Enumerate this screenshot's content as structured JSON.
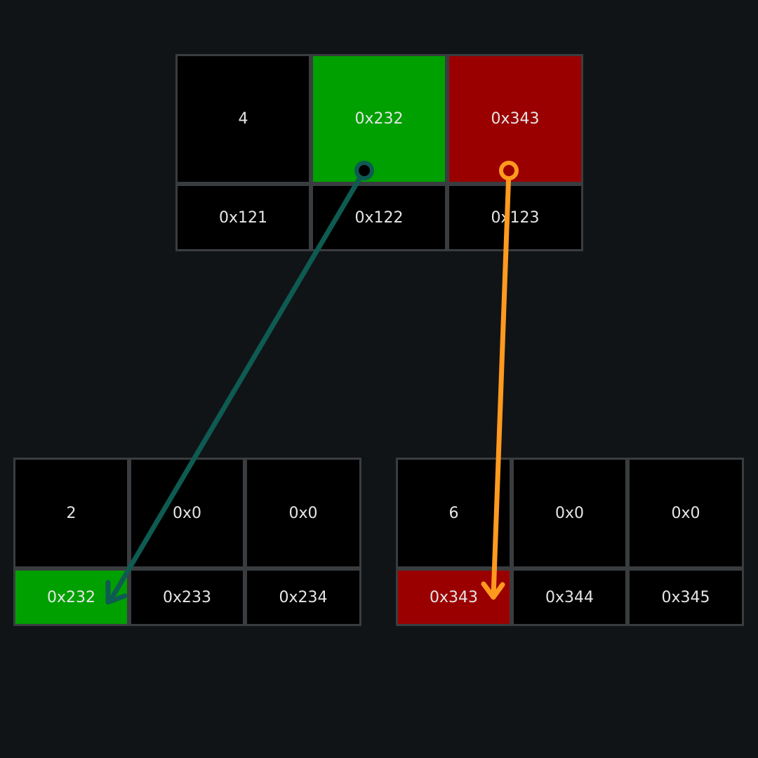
{
  "colors": {
    "background": "#111417",
    "cell": "#000000",
    "border": "#3a3d40",
    "text": "#e6e6e6",
    "green": "#00a000",
    "red": "#9b0000",
    "teal_arrow": "#0e5b52",
    "orange_arrow": "#ff9a1f"
  },
  "parent": {
    "top_row": [
      {
        "text": "4",
        "highlight": "none"
      },
      {
        "text": "0x232",
        "highlight": "green"
      },
      {
        "text": "0x343",
        "highlight": "red"
      }
    ],
    "bottom_row": [
      {
        "text": "0x121",
        "highlight": "none"
      },
      {
        "text": "0x122",
        "highlight": "none"
      },
      {
        "text": "0x123",
        "highlight": "none"
      }
    ]
  },
  "left_child": {
    "top_row": [
      {
        "text": "2",
        "highlight": "none"
      },
      {
        "text": "0x0",
        "highlight": "none"
      },
      {
        "text": "0x0",
        "highlight": "none"
      }
    ],
    "bottom_row": [
      {
        "text": "0x232",
        "highlight": "green"
      },
      {
        "text": "0x233",
        "highlight": "none"
      },
      {
        "text": "0x234",
        "highlight": "none"
      }
    ]
  },
  "right_child": {
    "top_row": [
      {
        "text": "6",
        "highlight": "none"
      },
      {
        "text": "0x0",
        "highlight": "none"
      },
      {
        "text": "0x0",
        "highlight": "none"
      }
    ],
    "bottom_row": [
      {
        "text": "0x343",
        "highlight": "red"
      },
      {
        "text": "0x344",
        "highlight": "none"
      },
      {
        "text": "0x345",
        "highlight": "none"
      }
    ]
  }
}
